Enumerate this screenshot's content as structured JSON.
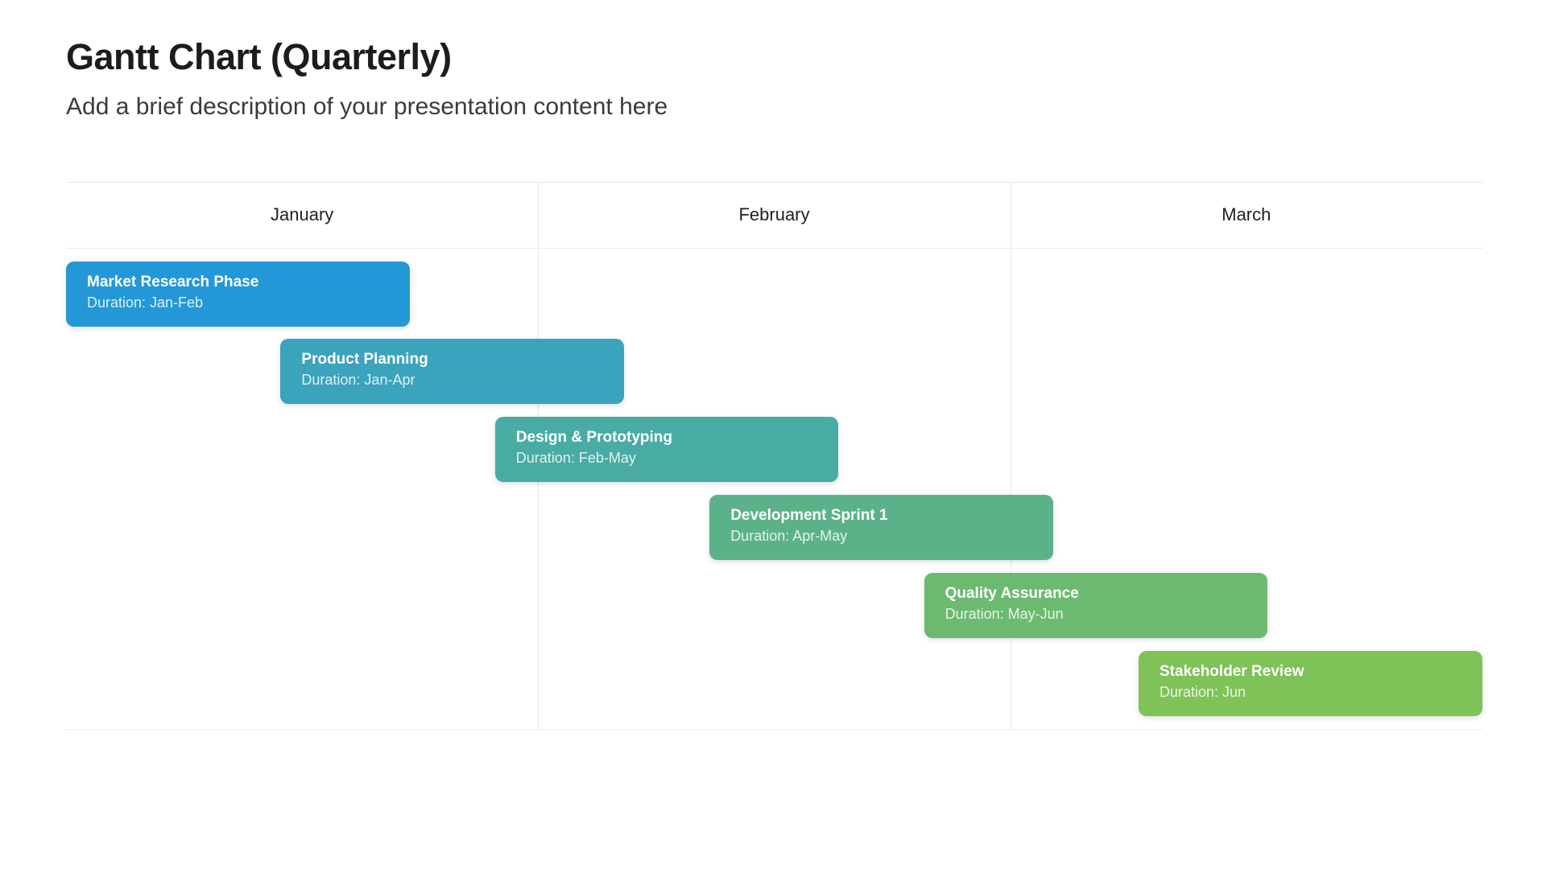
{
  "page": {
    "title": "Gantt Chart (Quarterly)",
    "subtitle": "Add a brief description of your presentation content here"
  },
  "chart_data": {
    "type": "bar",
    "variant": "gantt",
    "title": "Gantt Chart (Quarterly)",
    "columns": [
      "January",
      "February",
      "March"
    ],
    "tasks": [
      {
        "name": "Market Research Phase",
        "duration_label": "Duration: Jan-Feb",
        "start": "Jan",
        "end": "Feb",
        "color": "#2498d6"
      },
      {
        "name": "Product Planning",
        "duration_label": "Duration: Jan-Apr",
        "start": "Jan",
        "end": "Apr",
        "color": "#3ba3bc"
      },
      {
        "name": "Design & Prototyping",
        "duration_label": "Duration: Feb-May",
        "start": "Feb",
        "end": "May",
        "color": "#48aca4"
      },
      {
        "name": "Development Sprint 1",
        "duration_label": "Duration: Apr-May",
        "start": "Apr",
        "end": "May",
        "color": "#5bb289"
      },
      {
        "name": "Quality Assurance",
        "duration_label": "Duration: May-Jun",
        "start": "May",
        "end": "Jun",
        "color": "#6cba70"
      },
      {
        "name": "Stakeholder Review",
        "duration_label": "Duration: Jun",
        "start": "Jun",
        "end": "Jun",
        "color": "#7fc257"
      }
    ],
    "layout_hints": {
      "legend": "none",
      "grid": "vertical column dividers only",
      "bar_stagger": "each bar offset one row down and ~15% right of previous",
      "border_color": "#e7e7e7"
    }
  }
}
